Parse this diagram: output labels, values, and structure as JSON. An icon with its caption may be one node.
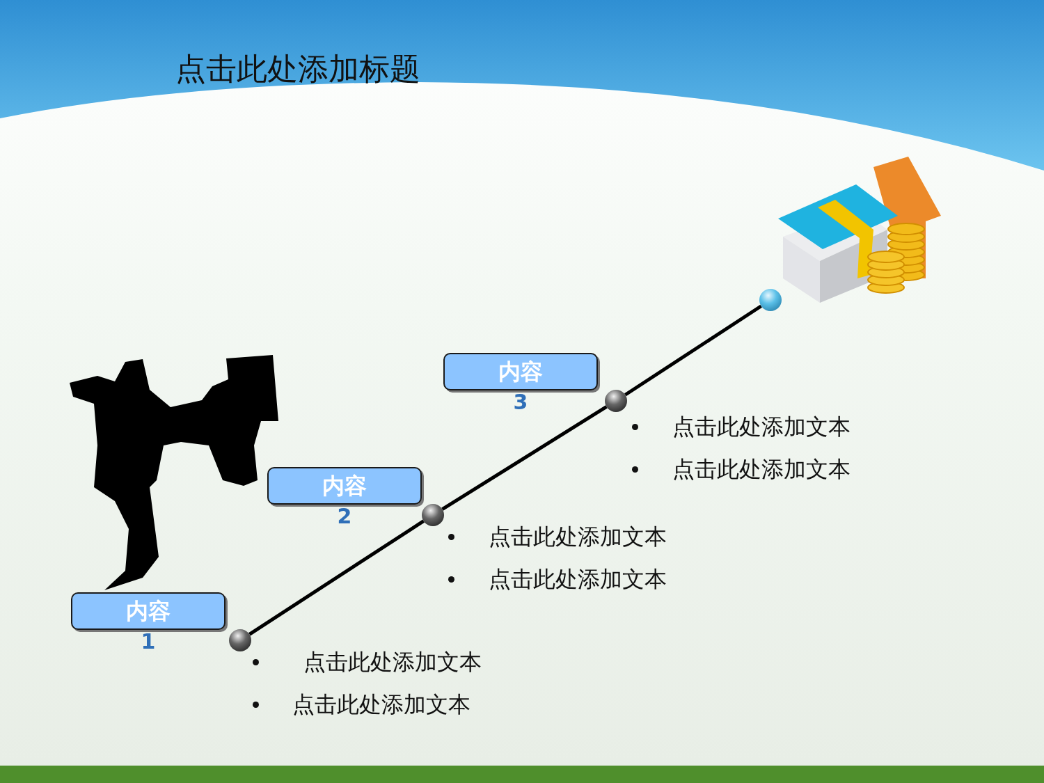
{
  "diagram": {
    "title": "点击此处添加标题",
    "nodes": [
      {
        "text": [
          "内容",
          "1"
        ]
      },
      {
        "text": [
          "内容",
          "2"
        ]
      },
      {
        "text": [
          "内容",
          "3"
        ]
      },
      {
        "text": [],
        "shape": "circle"
      },
      {
        "text": [],
        "shape": "circle"
      },
      {
        "text": [],
        "shape": "circle"
      },
      {
        "text": [],
        "shape": "circle"
      }
    ],
    "edges": [
      {
        "from": 3,
        "to": 4,
        "arrow": "none"
      },
      {
        "from": 4,
        "to": 5,
        "arrow": "none"
      },
      {
        "from": 5,
        "to": 6,
        "arrow": "none"
      }
    ],
    "labels": [
      "点击此处添加文本",
      "点击此处添加文本",
      "点击此处添加文本",
      "点击此处添加文本",
      "点击此处添加文本",
      "点击此处添加文本"
    ]
  }
}
